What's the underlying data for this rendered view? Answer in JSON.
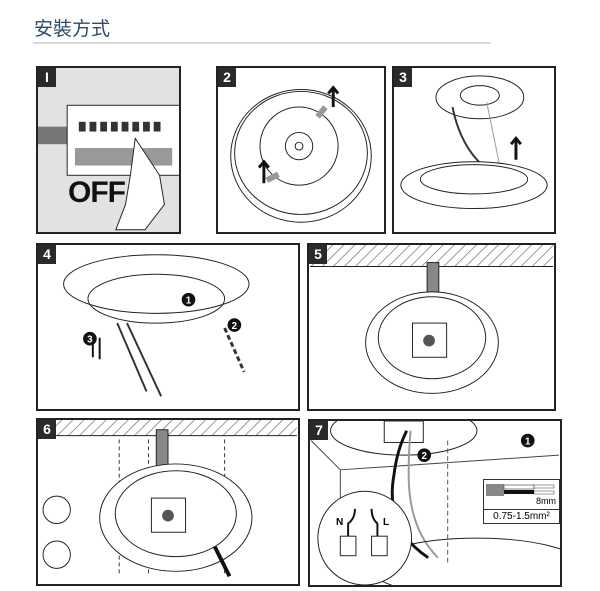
{
  "header": {
    "title": "安裝方式"
  },
  "panels": [
    {
      "number": "I",
      "caption": "OFF"
    },
    {
      "number": "2"
    },
    {
      "number": "3"
    },
    {
      "number": "4",
      "steps": [
        "1",
        "2",
        "3"
      ]
    },
    {
      "number": "5"
    },
    {
      "number": "6"
    },
    {
      "number": "7",
      "steps": [
        "1",
        "2"
      ],
      "neutral": "N",
      "live": "L",
      "strip_length": "8mm",
      "wire_gauge": "0.75-1.5mm²"
    }
  ]
}
